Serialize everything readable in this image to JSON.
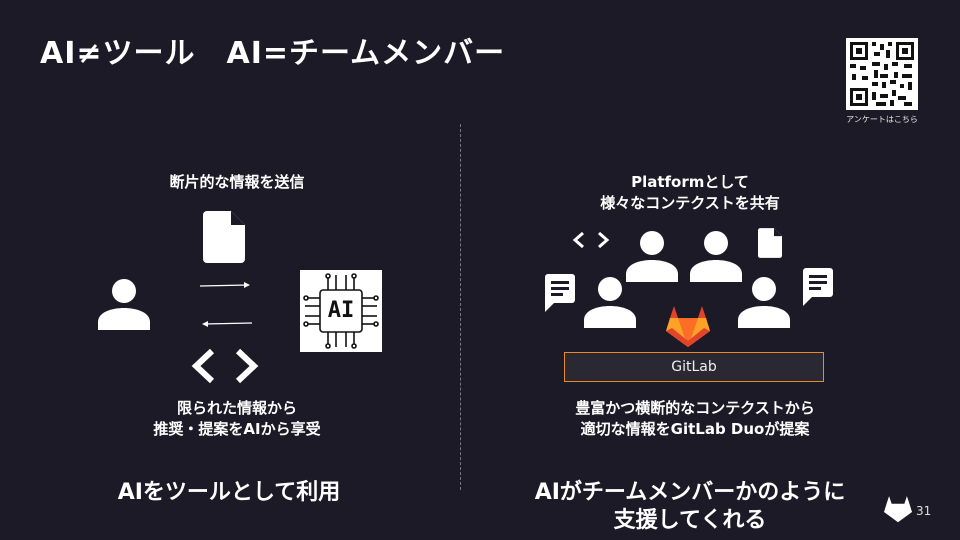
{
  "slide": {
    "title": "AI≠ツール　AI=チームメンバー",
    "page_number": "31",
    "qr_caption": "アンケートはこちら"
  },
  "left": {
    "top_caption": "断片的な情報を送信",
    "ai_chip_label": "AI",
    "bottom_caption_line1": "限られた情報から",
    "bottom_caption_line2": "推奨・提案をAIから享受",
    "summary": "AIをツールとして利用"
  },
  "right": {
    "top_caption_line1": "Platformとして",
    "top_caption_line2": "様々なコンテクストを共有",
    "gitlab_label": "GitLab",
    "bottom_caption_line1": "豊富かつ横断的なコンテクストから",
    "bottom_caption_line2": "適切な情報をGitLab Duoが提案",
    "summary_line1": "AIがチームメンバーかのように",
    "summary_line2": "支援してくれる"
  },
  "colors": {
    "background": "#1c1a26",
    "gitlab_orange": "#e78a2a",
    "gitlab_red": "#e24329",
    "text": "#ffffff"
  }
}
